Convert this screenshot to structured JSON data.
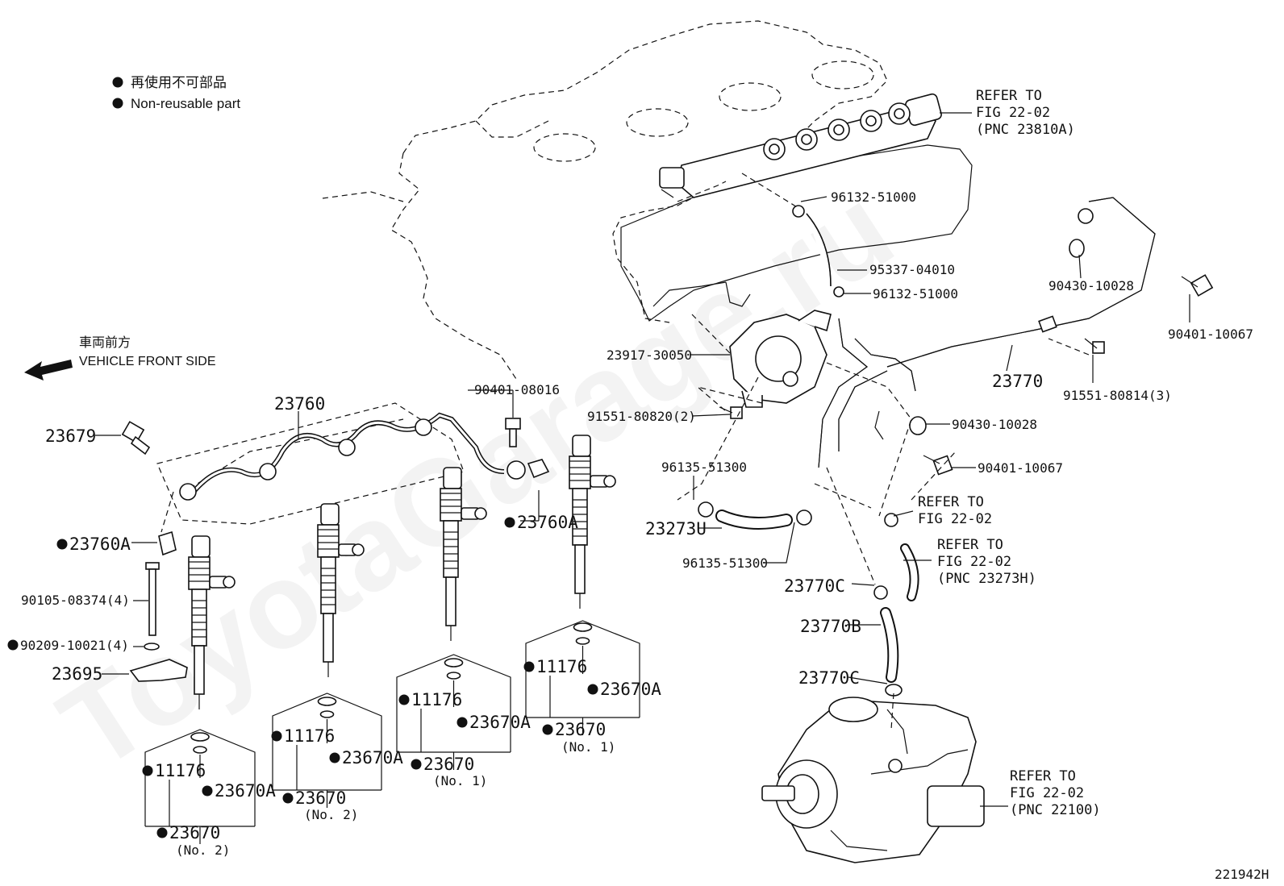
{
  "legend": {
    "bullet_jp": "再使用不可部品",
    "bullet_en": "Non-reusable part",
    "front_jp": "車両前方",
    "front_en": "VEHICLE FRONT SIDE"
  },
  "watermark": "ToyotaGarage.ru",
  "figure_id": "221942H",
  "refer": {
    "rail": [
      "REFER TO",
      "FIG 22-02",
      "(PNC 23810A)"
    ],
    "hose": [
      "REFER TO",
      "FIG 22-02"
    ],
    "pipe": [
      "REFER TO",
      "FIG 22-02",
      "(PNC 23273H)"
    ],
    "pump": [
      "REFER TO",
      "FIG 22-02",
      "(PNC 22100)"
    ]
  },
  "labels": {
    "p96132a": "96132-51000",
    "p95337": "95337-04010",
    "p96132b": "96132-51000",
    "p90430a": "90430-10028",
    "p90401a": "90401-10067",
    "p23917": "23917-30050",
    "p23770": "23770",
    "p91551a": "91551-80814(3)",
    "p90401_08016": "90401-08016",
    "p91551b": "91551-80820(2)",
    "p90430b": "90430-10028",
    "p90401b": "90401-10067",
    "p96135a": "96135-51300",
    "p23273U": "23273U",
    "p96135b": "96135-51300",
    "p23770C_a": "23770C",
    "p23770B": "23770B",
    "p23770C_b": "23770C",
    "p23760": "23760",
    "p23679": "23679",
    "p23760A_a": "23760A",
    "p23760A_b": "23760A",
    "p90105": "90105-08374(4)",
    "p90209": "90209-10021(4)",
    "p23695": "23695",
    "inj1_11176": "11176",
    "inj1_23670A": "23670A",
    "inj1_23670": "23670",
    "inj1_no": "(No. 1)",
    "inj2_11176": "11176",
    "inj2_23670A": "23670A",
    "inj2_23670": "23670",
    "inj2_no": "(No. 1)",
    "inj3_11176": "11176",
    "inj3_23670A": "23670A",
    "inj3_23670": "23670",
    "inj3_no": "(No. 2)",
    "inj4_11176": "11176",
    "inj4_23670A": "23670A",
    "inj4_23670": "23670",
    "inj4_no": "(No. 2)"
  }
}
